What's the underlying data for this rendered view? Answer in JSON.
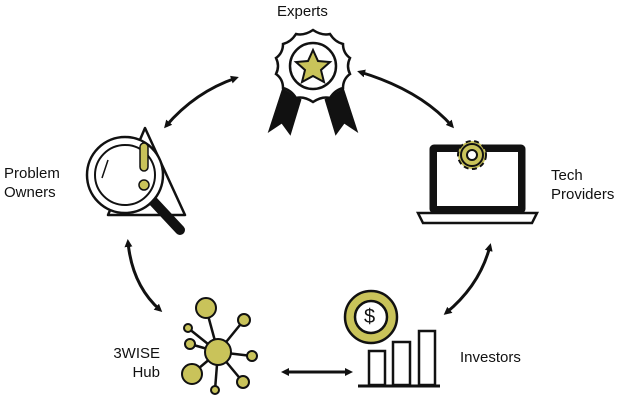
{
  "labels": {
    "experts": "Experts",
    "tech_line1": "Tech",
    "tech_line2": "Providers",
    "problem_line1": "Problem",
    "problem_line2": "Owners",
    "hub_line1": "3WISE",
    "hub_line2": "Hub",
    "investors": "Investors"
  },
  "icons": {
    "investor_coin_symbol": "$"
  },
  "colors": {
    "accent": "#c9c35a",
    "ink": "#111111"
  }
}
